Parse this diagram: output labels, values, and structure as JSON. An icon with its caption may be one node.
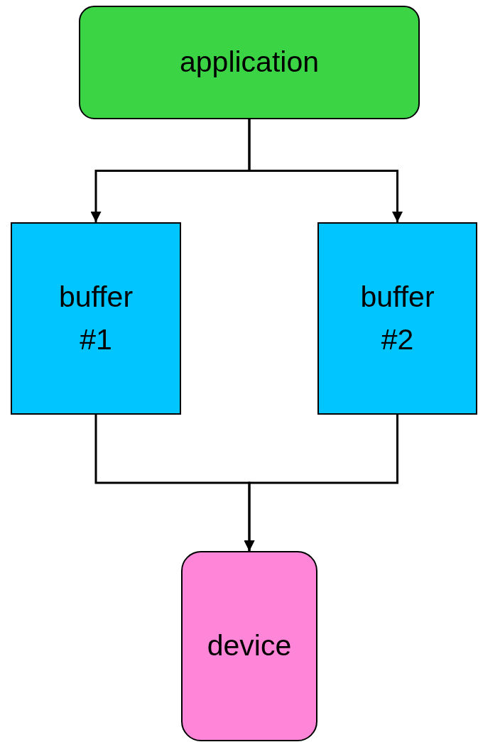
{
  "diagram": {
    "nodes": [
      {
        "text": [
          "application"
        ]
      },
      {
        "text": [
          "buffer #1"
        ]
      },
      {
        "text": [
          "buffer #2"
        ]
      },
      {
        "text": [
          "device"
        ]
      }
    ],
    "edges": [
      {
        "from": 0,
        "to": 1,
        "arrow": "to"
      },
      {
        "from": 0,
        "to": 2,
        "arrow": "to"
      },
      {
        "from": 1,
        "to": 3,
        "arrow": "to"
      },
      {
        "from": 2,
        "to": 3,
        "arrow": "to"
      }
    ]
  }
}
